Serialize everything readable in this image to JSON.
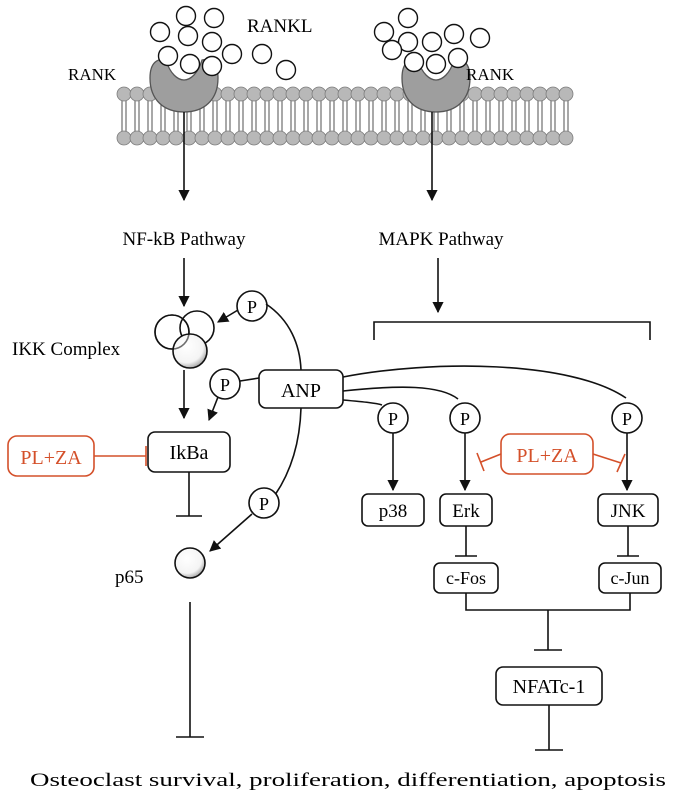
{
  "labels": {
    "rankl": "RANKL",
    "rank_left": "RANK",
    "rank_right": "RANK",
    "nfkb_pathway": "NF-kB Pathway",
    "mapk_pathway": "MAPK Pathway",
    "ikk_complex": "IKK Complex",
    "anp": "ANP",
    "ikba": "IkBa",
    "pl_za_left": "PL+ZA",
    "pl_za_right": "PL+ZA",
    "p65": "p65",
    "p38": "p38",
    "erk": "Erk",
    "jnk": "JNK",
    "c_fos": "c-Fos",
    "c_jun": "c-Jun",
    "nfatc1": "NFATc-1",
    "phospho": "P",
    "outcome": "Osteoclast survival, proliferation, differentiation, apoptosis"
  },
  "colors": {
    "inhibitor": "#d4502a",
    "line": "#111111",
    "membrane_head": "#b8b8b8",
    "receptor": "#9e9e9e"
  }
}
